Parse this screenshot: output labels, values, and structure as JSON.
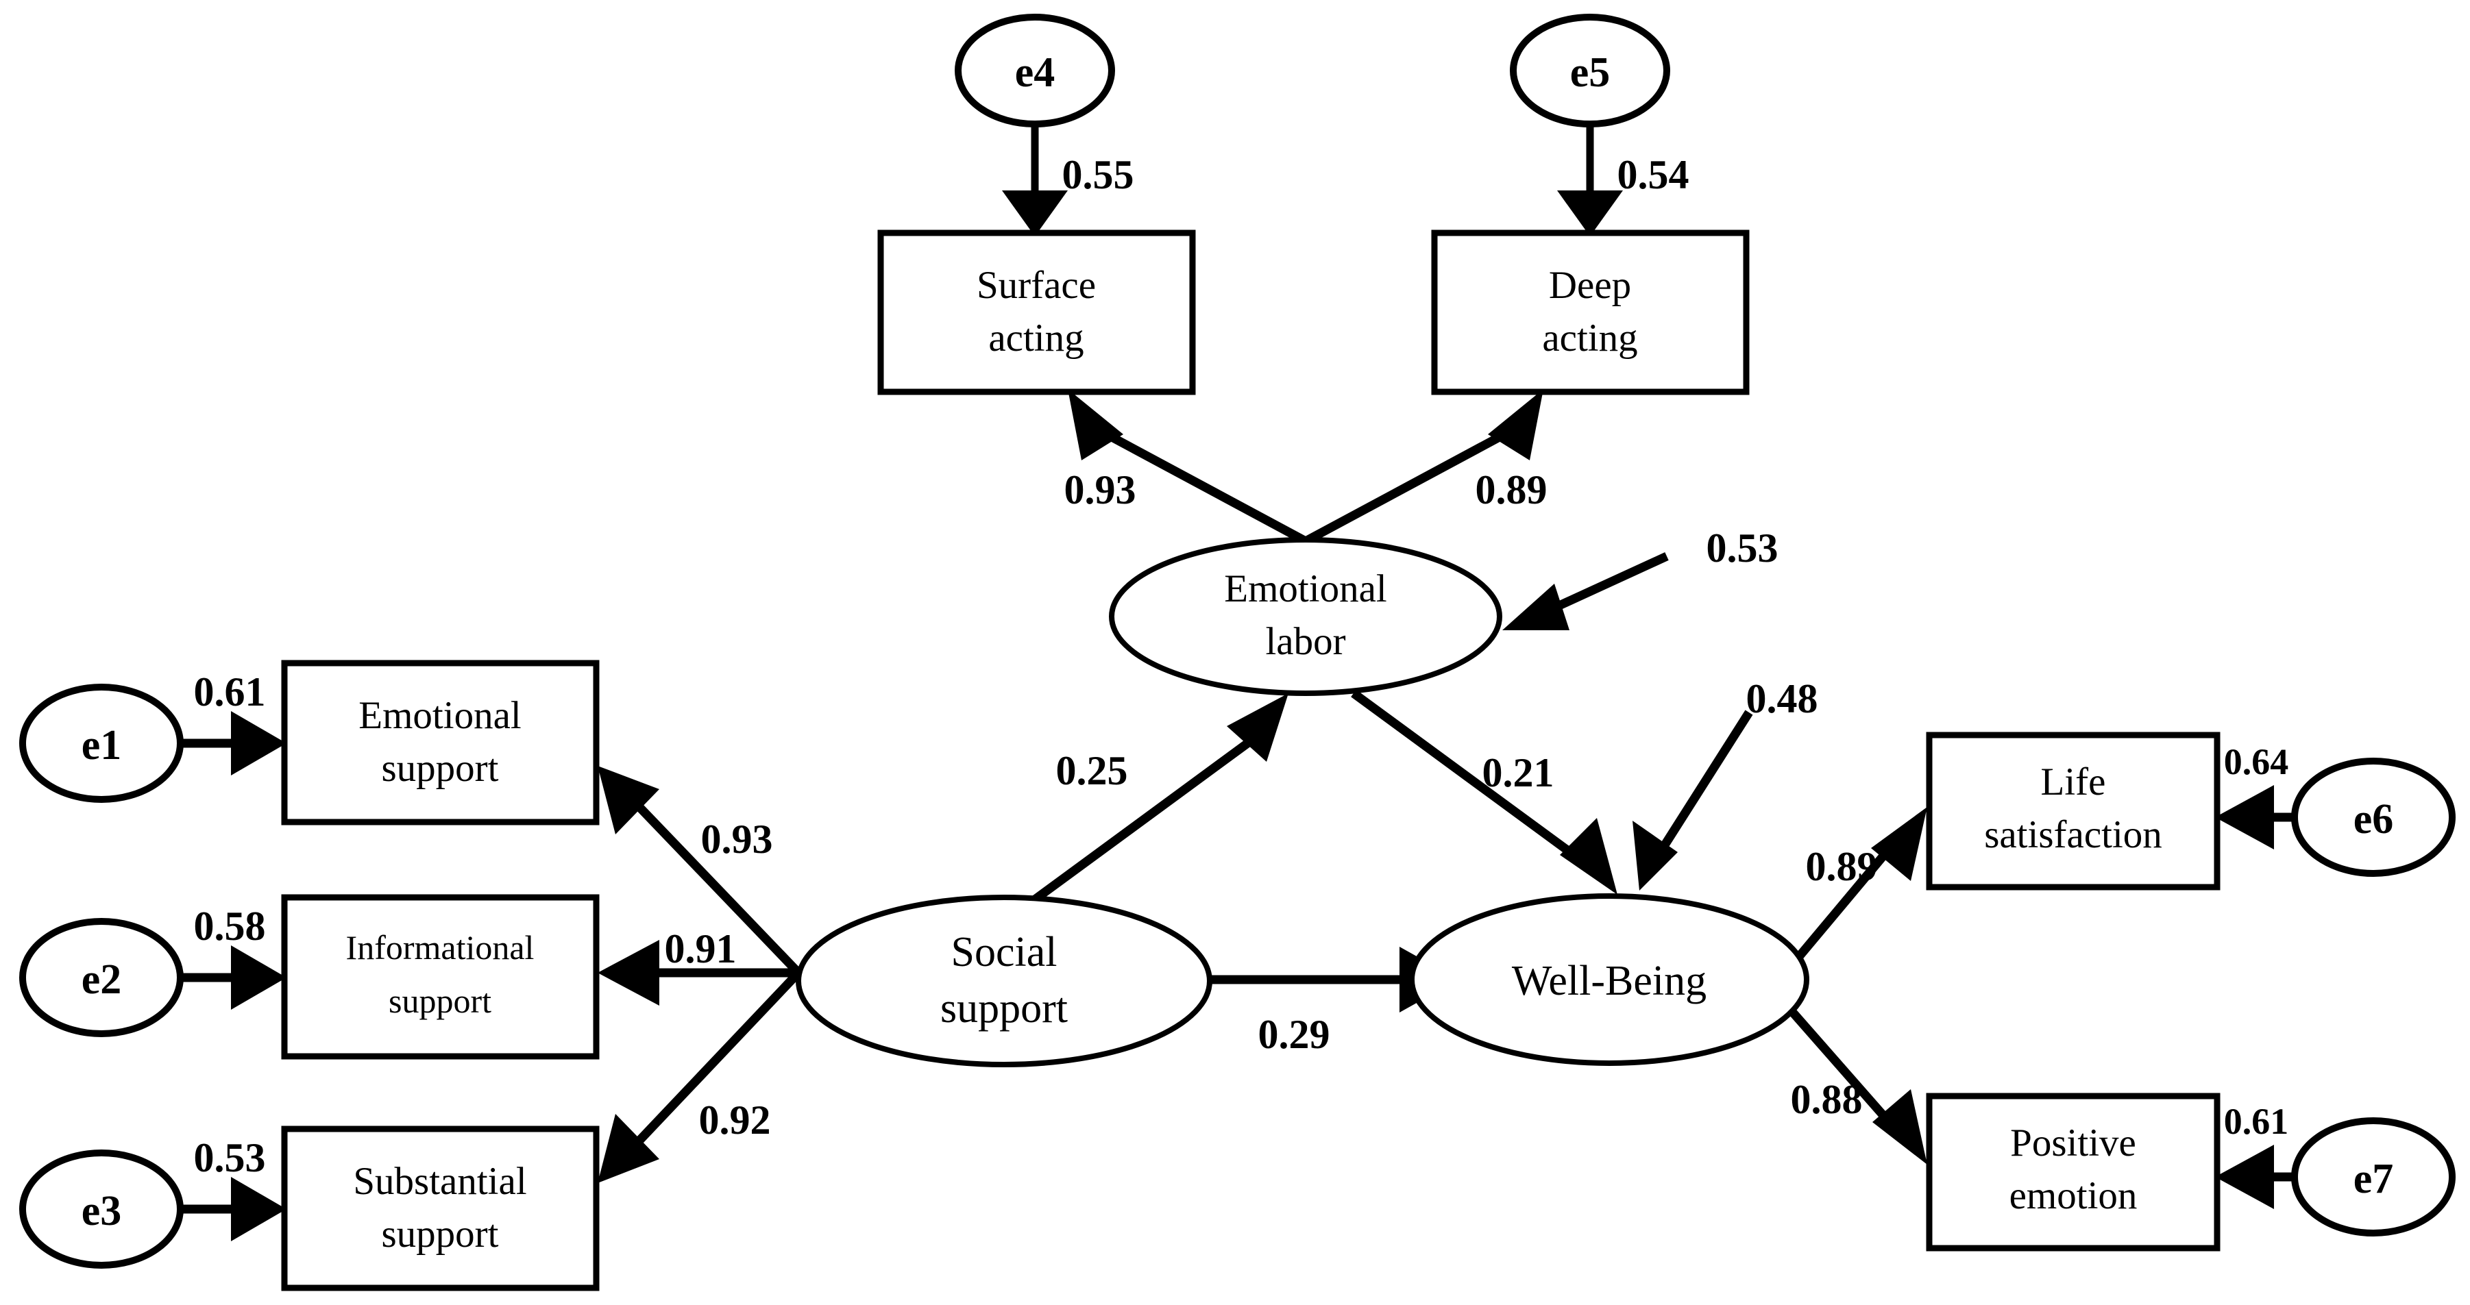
{
  "diagram": {
    "title": "Structural equation model path diagram",
    "type": "sem-path-diagram",
    "stroke_color": "#000000",
    "fill_color": "#ffffff"
  },
  "latent_variables": [
    {
      "id": "emotional_labor",
      "label_line1": "Emotional",
      "label_line2": "labor"
    },
    {
      "id": "social_support",
      "label_line1": "Social",
      "label_line2": "support"
    },
    {
      "id": "well_being",
      "label_line1": "Well-Being",
      "label_line2": ""
    }
  ],
  "observed_variables": [
    {
      "id": "surface_acting",
      "label_line1": "Surface",
      "label_line2": "acting"
    },
    {
      "id": "deep_acting",
      "label_line1": "Deep",
      "label_line2": "acting"
    },
    {
      "id": "emotional_support",
      "label_line1": "Emotional",
      "label_line2": "support"
    },
    {
      "id": "informational_support",
      "label_line1": "Informational",
      "label_line2": "support"
    },
    {
      "id": "substantial_support",
      "label_line1": "Substantial",
      "label_line2": "support"
    },
    {
      "id": "life_satisfaction",
      "label_line1": "Life",
      "label_line2": "satisfaction"
    },
    {
      "id": "positive_emotion",
      "label_line1": "Positive",
      "label_line2": "emotion"
    }
  ],
  "error_terms": [
    {
      "id": "e1",
      "label": "e1"
    },
    {
      "id": "e2",
      "label": "e2"
    },
    {
      "id": "e3",
      "label": "e3"
    },
    {
      "id": "e4",
      "label": "e4"
    },
    {
      "id": "e5",
      "label": "e5"
    },
    {
      "id": "e6",
      "label": "e6"
    },
    {
      "id": "e7",
      "label": "e7"
    }
  ],
  "paths": [
    {
      "id": "e4_surface",
      "from": "e4",
      "to": "surface_acting",
      "coefficient": "0.55"
    },
    {
      "id": "e5_deep",
      "from": "e5",
      "to": "deep_acting",
      "coefficient": "0.54"
    },
    {
      "id": "el_surface",
      "from": "emotional_labor",
      "to": "surface_acting",
      "coefficient": "0.93"
    },
    {
      "id": "el_deep",
      "from": "emotional_labor",
      "to": "deep_acting",
      "coefficient": "0.89"
    },
    {
      "id": "res_el",
      "from": "residual",
      "to": "emotional_labor",
      "coefficient": "0.53"
    },
    {
      "id": "e1_emosup",
      "from": "e1",
      "to": "emotional_support",
      "coefficient": "0.61"
    },
    {
      "id": "e2_infsup",
      "from": "e2",
      "to": "informational_support",
      "coefficient": "0.58"
    },
    {
      "id": "e3_subsup",
      "from": "e3",
      "to": "substantial_support",
      "coefficient": "0.53"
    },
    {
      "id": "ss_emosup",
      "from": "social_support",
      "to": "emotional_support",
      "coefficient": "0.93"
    },
    {
      "id": "ss_infsup",
      "from": "social_support",
      "to": "informational_support",
      "coefficient": "0.91"
    },
    {
      "id": "ss_subsup",
      "from": "social_support",
      "to": "substantial_support",
      "coefficient": "0.92"
    },
    {
      "id": "ss_el",
      "from": "social_support",
      "to": "emotional_labor",
      "coefficient": "0.25"
    },
    {
      "id": "el_wb",
      "from": "emotional_labor",
      "to": "well_being",
      "coefficient": "0.21"
    },
    {
      "id": "ss_wb",
      "from": "social_support",
      "to": "well_being",
      "coefficient": "0.29"
    },
    {
      "id": "res_wb",
      "from": "residual",
      "to": "well_being",
      "coefficient": "0.48"
    },
    {
      "id": "wb_lifesat",
      "from": "well_being",
      "to": "life_satisfaction",
      "coefficient": "0.89"
    },
    {
      "id": "wb_posemo",
      "from": "well_being",
      "to": "positive_emotion",
      "coefficient": "0.88"
    },
    {
      "id": "e6_lifesat",
      "from": "e6",
      "to": "life_satisfaction",
      "coefficient": "0.64"
    },
    {
      "id": "e7_posemo",
      "from": "e7",
      "to": "positive_emotion",
      "coefficient": "0.61"
    }
  ]
}
